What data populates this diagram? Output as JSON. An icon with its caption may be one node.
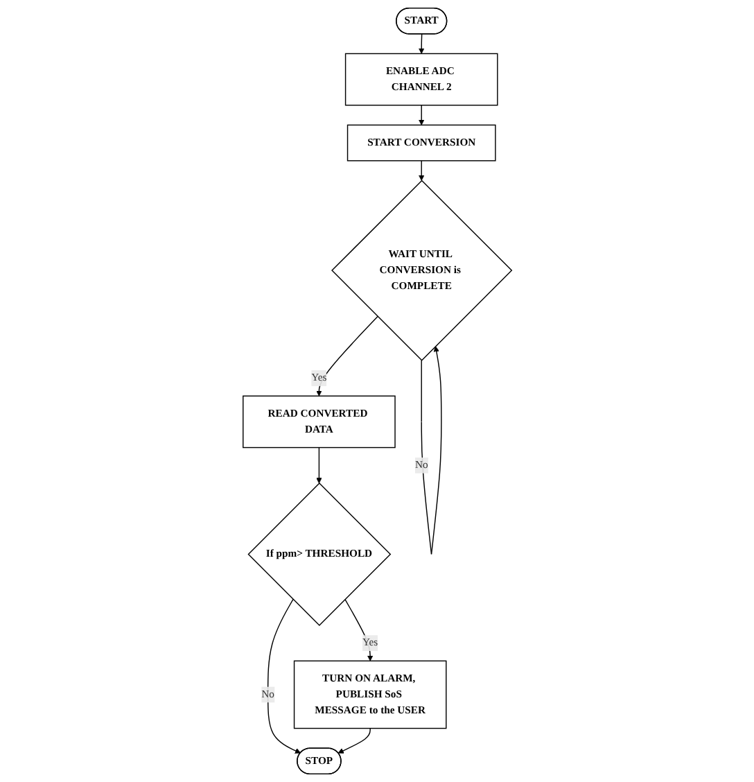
{
  "diagram": {
    "nodes": [
      {
        "text": [
          "START"
        ]
      },
      {
        "text": [
          "ENABLE ADC CHANNEL 2"
        ]
      },
      {
        "text": [
          "START CONVERSION"
        ]
      },
      {
        "text": [
          "WAIT UNTIL CONVERSION is COMPLETE"
        ]
      },
      {
        "text": [
          "READ CONVERTED DATA"
        ]
      },
      {
        "text": [
          "If ppm> THRESHOLD"
        ]
      },
      {
        "text": [
          "TURN ON ALARM, PUBLISH SoS MESSAGE to the USER"
        ]
      },
      {
        "text": [
          "STOP"
        ]
      }
    ],
    "edges": [
      {
        "from": 0,
        "to": 1,
        "arrow": "to"
      },
      {
        "from": 1,
        "to": 2,
        "arrow": "to"
      },
      {
        "from": 2,
        "to": 3,
        "arrow": "to"
      },
      {
        "from": 3,
        "to": 3,
        "arrow": "to",
        "label": "No"
      },
      {
        "from": 3,
        "to": 4,
        "arrow": "to",
        "label": "Yes"
      },
      {
        "from": 4,
        "to": 5,
        "arrow": "to"
      },
      {
        "from": 5,
        "to": 6,
        "arrow": "to",
        "label": "Yes"
      },
      {
        "from": 5,
        "to": 7,
        "arrow": "to",
        "label": "No"
      },
      {
        "from": 6,
        "to": 7,
        "arrow": "to"
      }
    ]
  }
}
